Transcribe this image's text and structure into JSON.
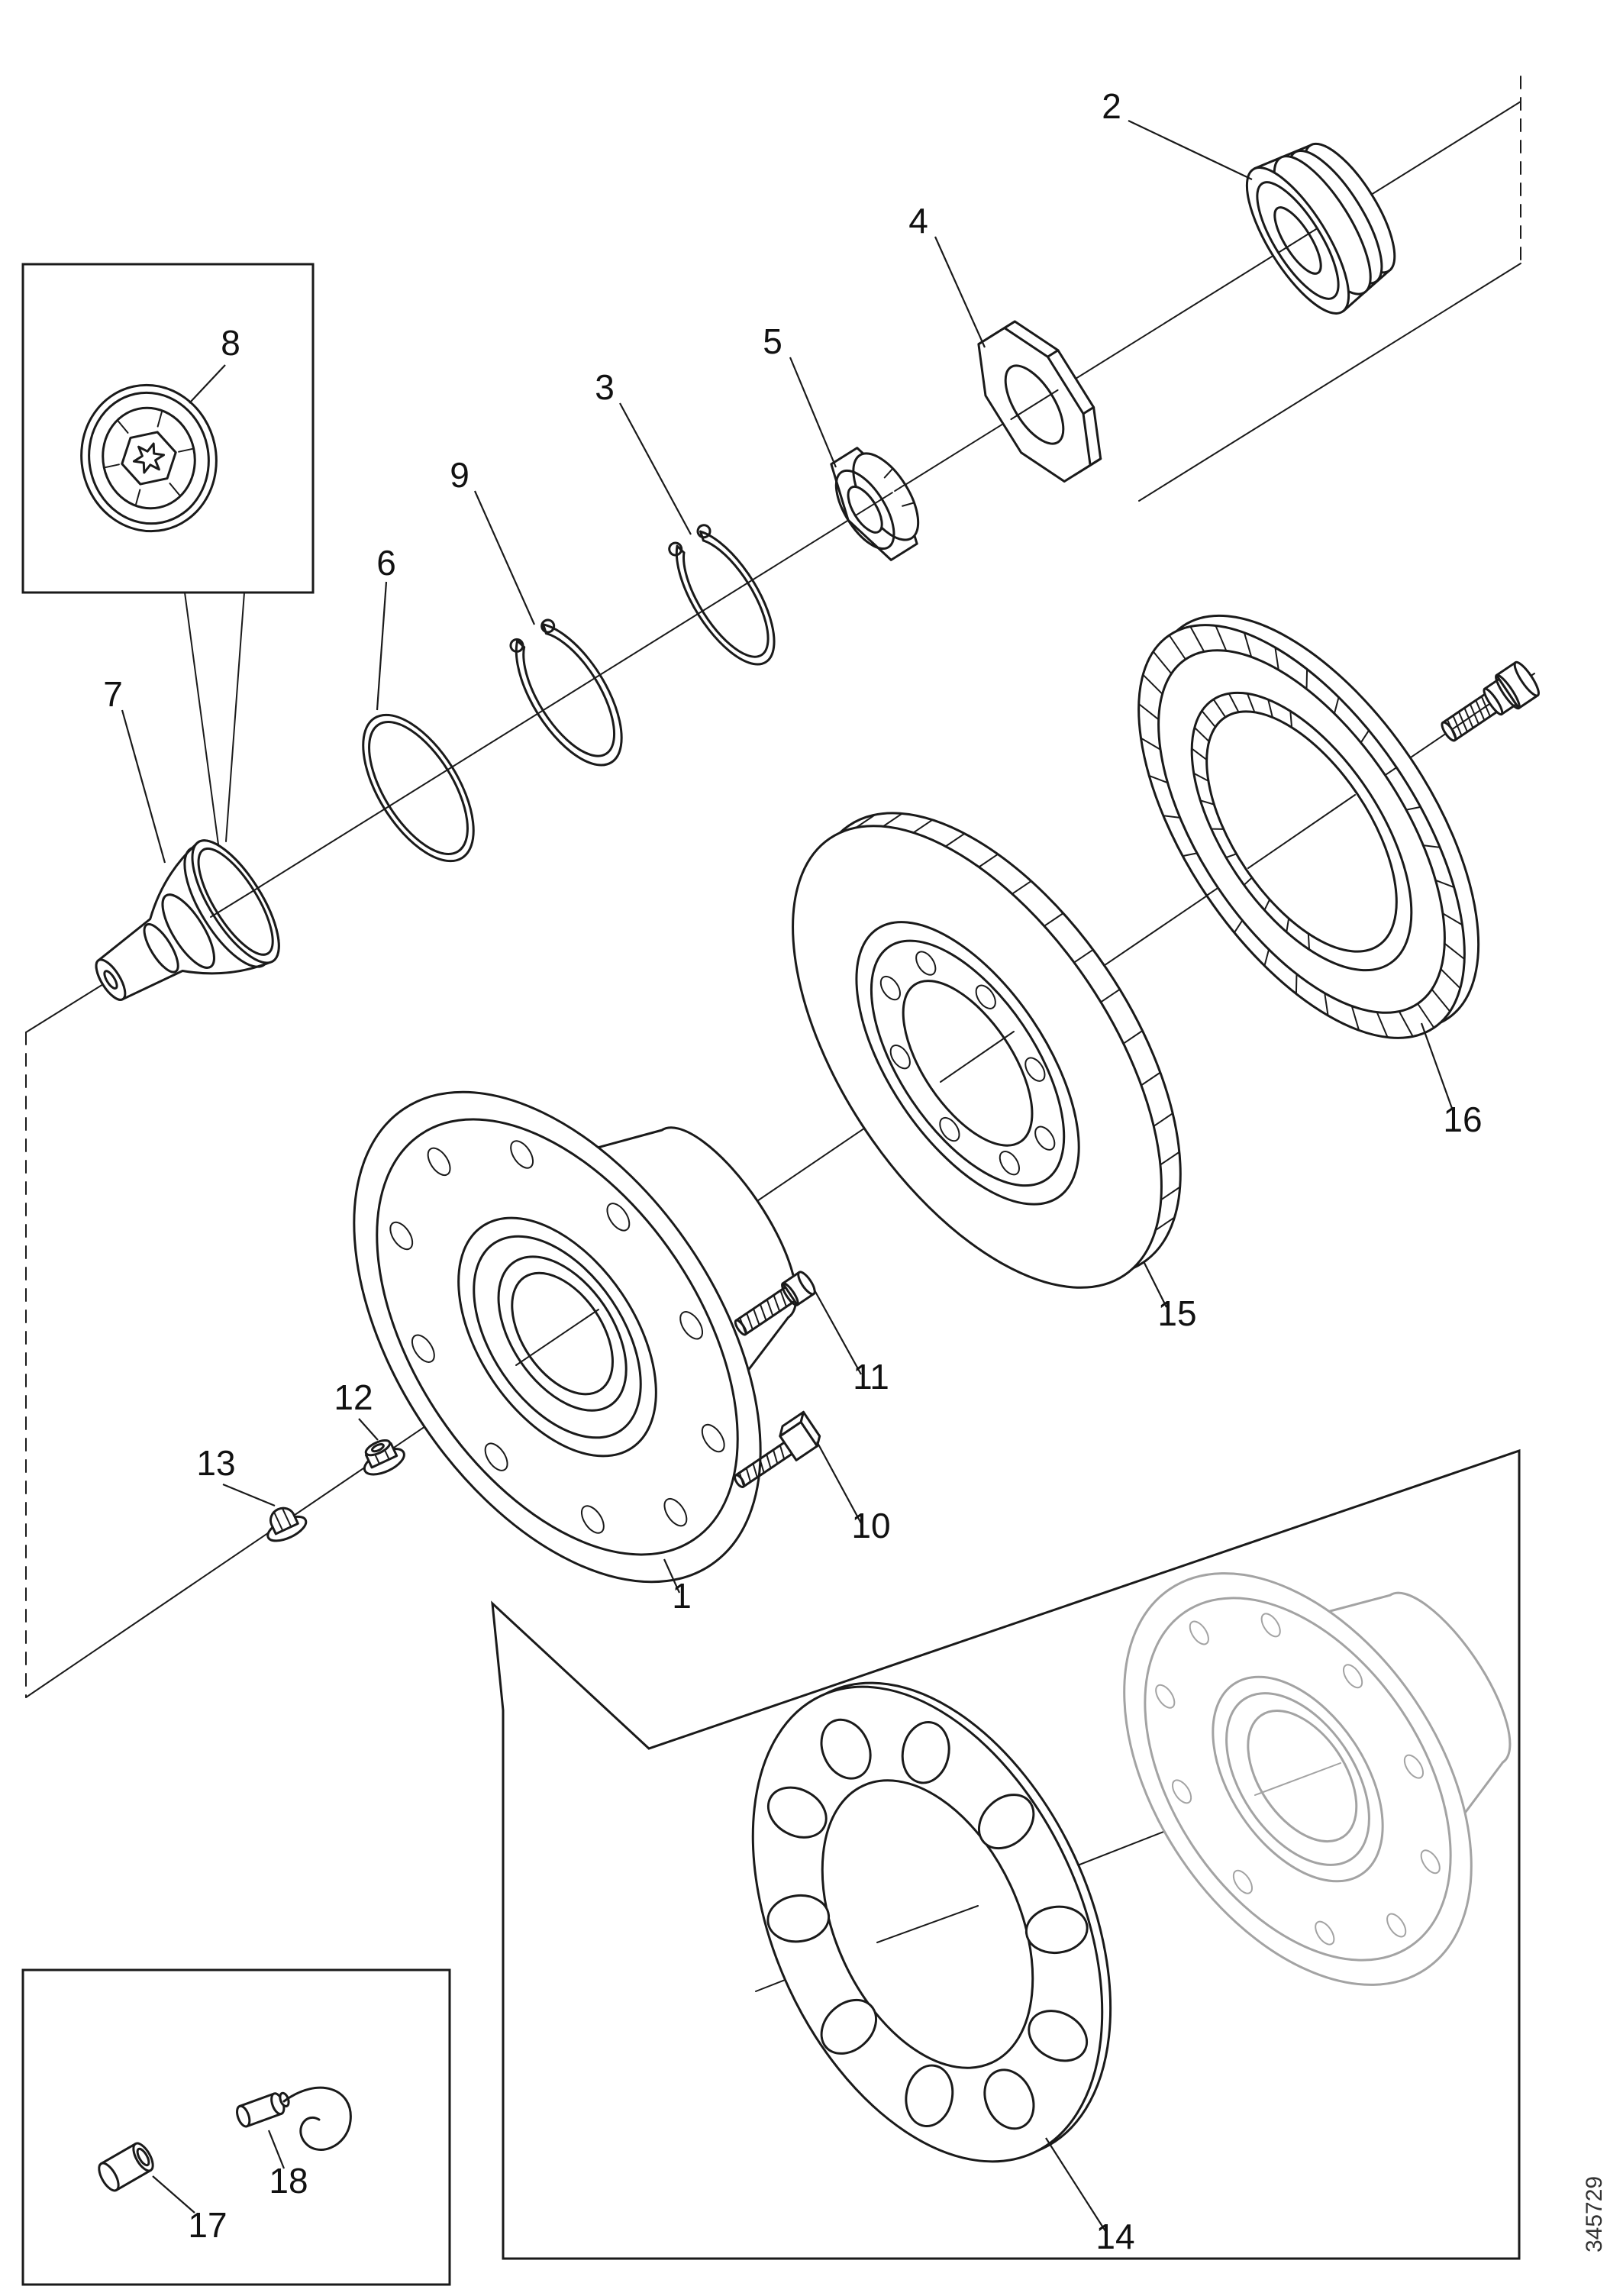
{
  "figure_number": "345729",
  "callouts": {
    "c1": "1",
    "c2": "2",
    "c3": "3",
    "c4": "4",
    "c5": "5",
    "c6": "6",
    "c7": "7",
    "c8": "8",
    "c9": "9",
    "c10": "10",
    "c11": "11",
    "c12": "12",
    "c13": "13",
    "c14": "14",
    "c15": "15",
    "c16": "16",
    "c17": "17",
    "c18": "18"
  }
}
